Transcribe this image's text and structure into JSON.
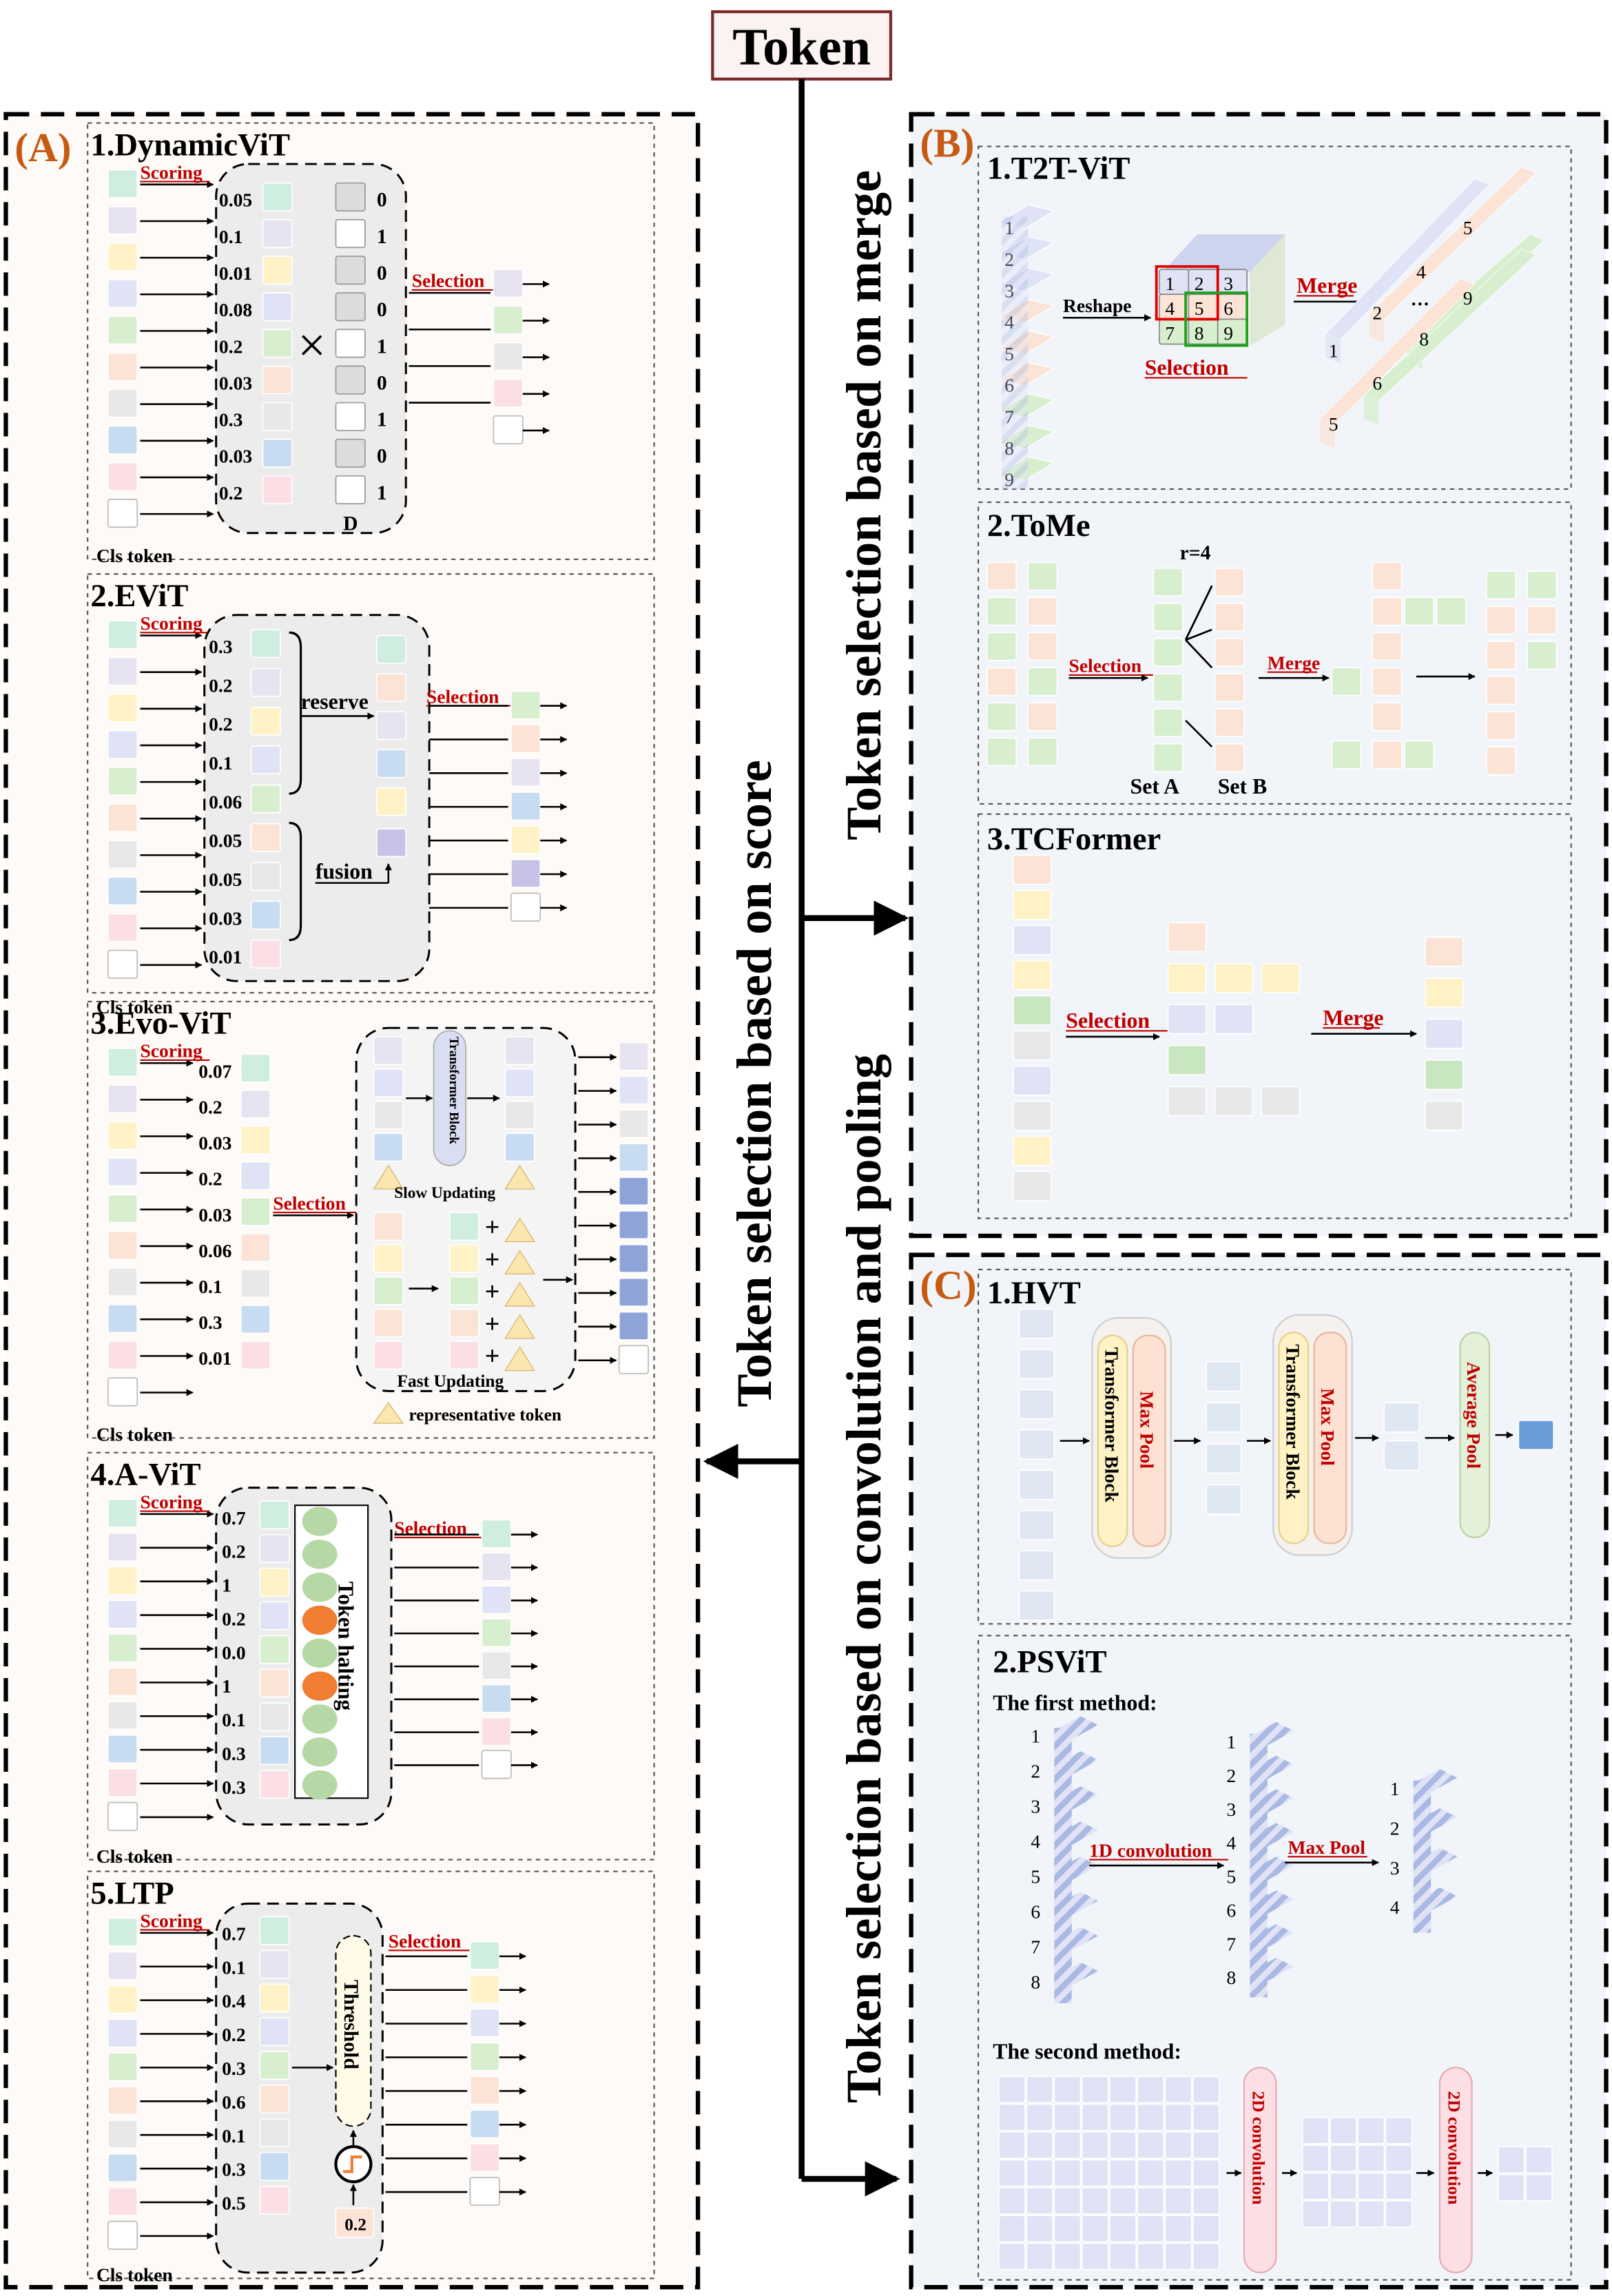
{
  "title": "Token",
  "branches": {
    "score": "Token selection based on score",
    "merge": "Token selection based on merge",
    "conv_pool": "Token selection based on convolution and pooling"
  },
  "panels": {
    "A": "(A)",
    "B": "(B)",
    "C": "(C)"
  },
  "colors": {
    "token_palette": [
      "#cfeee0",
      "#e7e3f1",
      "#fff2c6",
      "#dfe3f5",
      "#d7efcf",
      "#fbe4d6",
      "#e8e8e8",
      "#c7dbf1",
      "#fbdfe4"
    ],
    "label_red": "#c00000",
    "panel_label_orange": "#c65a11",
    "dark_blue_token": "#8ea4d8",
    "halt_orange": "#ef7d32",
    "halt_green": "#b5d8a5",
    "panel_A_bg": "#fdfaf7",
    "panel_BC_bg": "#f1f4f9"
  },
  "common": {
    "scoring": "Scoring",
    "selection": "Selection",
    "merge": "Merge",
    "cls_token": "Cls token"
  },
  "dynamicvit": {
    "title": "1.DynamicViT",
    "scores": [
      "0.05",
      "0.1",
      "0.01",
      "0.08",
      "0.2",
      "0.03",
      "0.3",
      "0.03",
      "0.2"
    ],
    "mask": [
      "0",
      "1",
      "0",
      "0",
      "1",
      "0",
      "1",
      "0",
      "1"
    ],
    "times": "×",
    "d_label": "D"
  },
  "evit": {
    "title": "2.EViT",
    "scores": [
      "0.3",
      "0.2",
      "0.2",
      "0.1",
      "0.06",
      "0.05",
      "0.05",
      "0.03",
      "0.01"
    ],
    "reserve": "reserve",
    "fusion": "fusion"
  },
  "evovit": {
    "title": "3.Evo-ViT",
    "scores": [
      "0.07",
      "0.2",
      "0.03",
      "0.2",
      "0.03",
      "0.06",
      "0.1",
      "0.3",
      "0.01"
    ],
    "transformer_block": "Transformer Block",
    "slow_updating": "Slow Updating",
    "fast_updating": "Fast Updating",
    "representative_token": "representative token",
    "plus": "+"
  },
  "avit": {
    "title": "4.A-ViT",
    "scores": [
      "0.7",
      "0.2",
      "1",
      "0.2",
      "0.0",
      "1",
      "0.1",
      "0.3",
      "0.3"
    ],
    "halting_label": "Token halting",
    "halted_index": [
      3,
      5
    ]
  },
  "ltp": {
    "title": "5.LTP",
    "scores": [
      "0.7",
      "0.1",
      "0.4",
      "0.2",
      "0.3",
      "0.6",
      "0.1",
      "0.3",
      "0.5"
    ],
    "threshold_label": "Threshold",
    "threshold_value": "0.2"
  },
  "t2tvit": {
    "title": "1.T2T-ViT",
    "column_numbers": [
      "1",
      "2",
      "3",
      "4",
      "5",
      "6",
      "7",
      "8",
      "9"
    ],
    "reshape": "Reshape",
    "ellipsis": "···",
    "merged_numbers": [
      "1",
      "2",
      "4",
      "5",
      "8",
      "9",
      "6",
      "5"
    ]
  },
  "tome": {
    "title": "2.ToMe",
    "r_label": "r=4",
    "set_a": "Set A",
    "set_b": "Set B"
  },
  "tcformer": {
    "title": "3.TCFormer"
  },
  "hvt": {
    "title": "1.HVT",
    "transformer_block": "Transformer Block",
    "max_pool": "Max Pool",
    "average_pool": "Average Pool"
  },
  "psvit": {
    "title": "2.PSViT",
    "first_method": "The first method:",
    "second_method": "The second method:",
    "conv1d": "1D convolution",
    "max_pool": "Max Pool",
    "conv2d": "2D convolution",
    "col1": [
      "1",
      "2",
      "3",
      "4",
      "5",
      "6",
      "7",
      "8"
    ],
    "col2": [
      "1",
      "2",
      "3",
      "4",
      "5",
      "6",
      "7",
      "8"
    ],
    "col3": [
      "1",
      "2",
      "3",
      "4"
    ]
  }
}
